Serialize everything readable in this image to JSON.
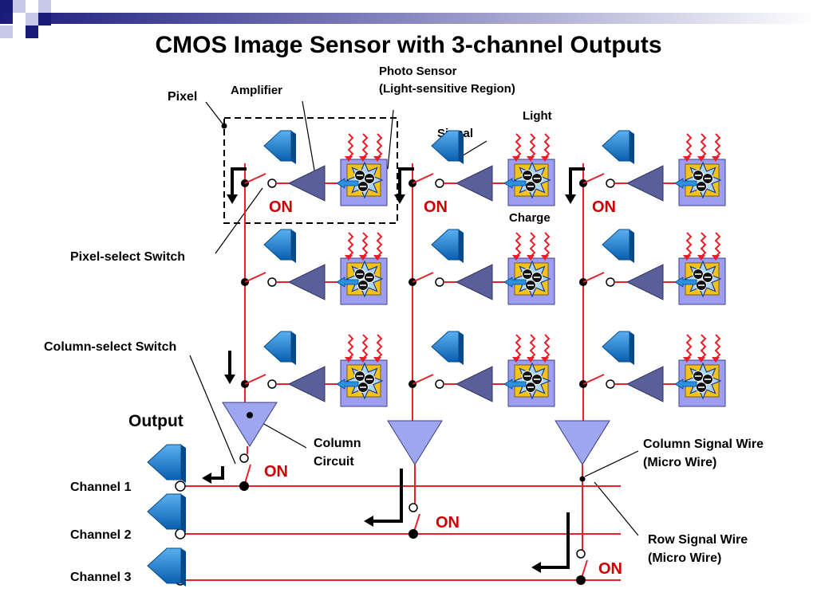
{
  "title": "CMOS Image Sensor with 3-channel Outputs",
  "labels": {
    "pixel": "Pixel",
    "amplifier": "Amplifier",
    "photo_sensor_line1": "Photo Sensor",
    "photo_sensor_line2": "(Light-sensitive Region)",
    "light": "Light",
    "signal": "Signal",
    "charge": "Charge",
    "pixel_select_switch": "Pixel-select Switch",
    "column_select_switch": "Column-select Switch",
    "output": "Output",
    "column_circuit_line1": "Column",
    "column_circuit_line2": "Circuit",
    "column_signal_wire_line1": "Column Signal Wire",
    "column_signal_wire_line2": "(Micro Wire)",
    "row_signal_wire_line1": "Row Signal Wire",
    "row_signal_wire_line2": "(Micro Wire)",
    "on": "ON"
  },
  "channels": [
    "Channel 1",
    "Channel 2",
    "Channel 3"
  ],
  "colors": {
    "wire": "#e8202a",
    "amplifier": "#5a5f9a",
    "column_circuit": "#9ea6f0",
    "sensor_outer": "#9d9ef2",
    "sensor_inner": "#f4c21c",
    "arrow": "#0a72c8",
    "on_text": "#cc0000"
  }
}
